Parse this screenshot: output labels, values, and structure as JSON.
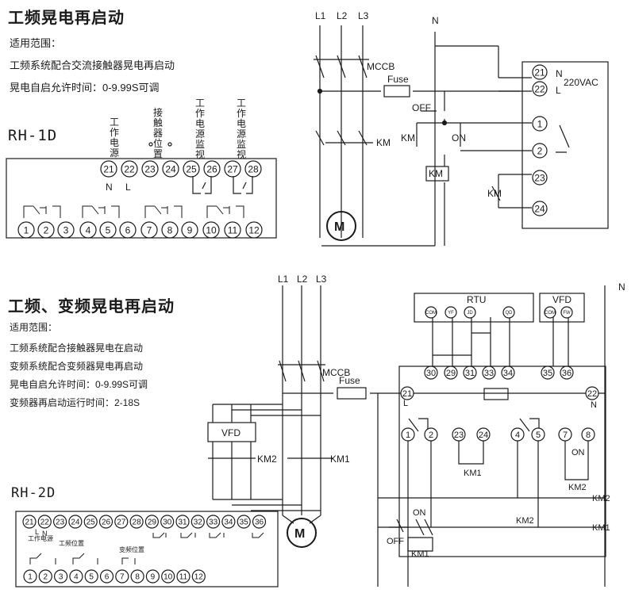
{
  "top": {
    "title": "工频晃电再启动",
    "scope_label": "适用范围：",
    "line1": "工频系统配合交流接触器晃电再启动",
    "line2": "晃电自启允许时间：0-9.99S可调",
    "model": "RH-1D",
    "func_labels": [
      "工作电源",
      "接触器位置",
      "工作电源监视",
      "工作电源监视"
    ],
    "terminals": [
      "21",
      "22",
      "23",
      "24",
      "25",
      "26",
      "27",
      "28"
    ],
    "bottom_terminals": [
      "1",
      "2",
      "3",
      "4",
      "5",
      "6",
      "7",
      "8",
      "9",
      "10",
      "11",
      "12"
    ],
    "n_label": "N",
    "l_label": "L",
    "circuit": {
      "phases": [
        "L1",
        "L2",
        "L3"
      ],
      "neutral": "N",
      "mccb": "MCCB",
      "fuse": "Fuse",
      "km": "KM",
      "motor": "M",
      "off": "OFF",
      "on": "ON",
      "relay_terms": [
        "21",
        "22",
        "1",
        "2",
        "23",
        "24"
      ],
      "voltage": "220VAC",
      "n": "N",
      "l": "L"
    }
  },
  "bottom": {
    "title": "工频、变频晃电再启动",
    "scope_label": "适用范围：",
    "line1": "工频系统配合接触器晃电在启动",
    "line2": "变频系统配合变频器晃电再启动",
    "line3": "晃电自启允许时间：0-9.99S可调",
    "line4": "变频器再启动运行时间：2-18S",
    "model": "RH-2D",
    "panel_top": [
      "21",
      "22",
      "23",
      "24",
      "25",
      "26",
      "27",
      "28",
      "29",
      "30",
      "31",
      "32",
      "33",
      "34",
      "35",
      "36"
    ],
    "panel_bottom": [
      "1",
      "2",
      "3",
      "4",
      "5",
      "6",
      "7",
      "8",
      "9",
      "10",
      "11",
      "12"
    ],
    "label_power": "工作电源",
    "label_n": "N",
    "label_l": "L",
    "label_gp": "工频位置",
    "label_bp": "变频位置",
    "circuit": {
      "phases": [
        "L1",
        "L2",
        "L3"
      ],
      "neutral": "N",
      "mccb": "MCCB",
      "fuse": "Fuse",
      "vfd": "VFD",
      "km2": "KM2",
      "km1": "KM1",
      "motor": "M",
      "rtu": "RTU",
      "rtu_terms": [
        "COM",
        "YF",
        "JD",
        "QD"
      ],
      "vfd_box": "VFD",
      "vfd_terms": [
        "COM",
        "FW"
      ],
      "relay_top": [
        "30",
        "29",
        "31",
        "33",
        "34",
        "35",
        "36"
      ],
      "t21": "21",
      "t22": "22",
      "l": "L",
      "n": "N",
      "relay_bottom": [
        "1",
        "2",
        "23",
        "24",
        "4",
        "5",
        "7",
        "8"
      ],
      "on": "ON",
      "off": "OFF"
    }
  }
}
